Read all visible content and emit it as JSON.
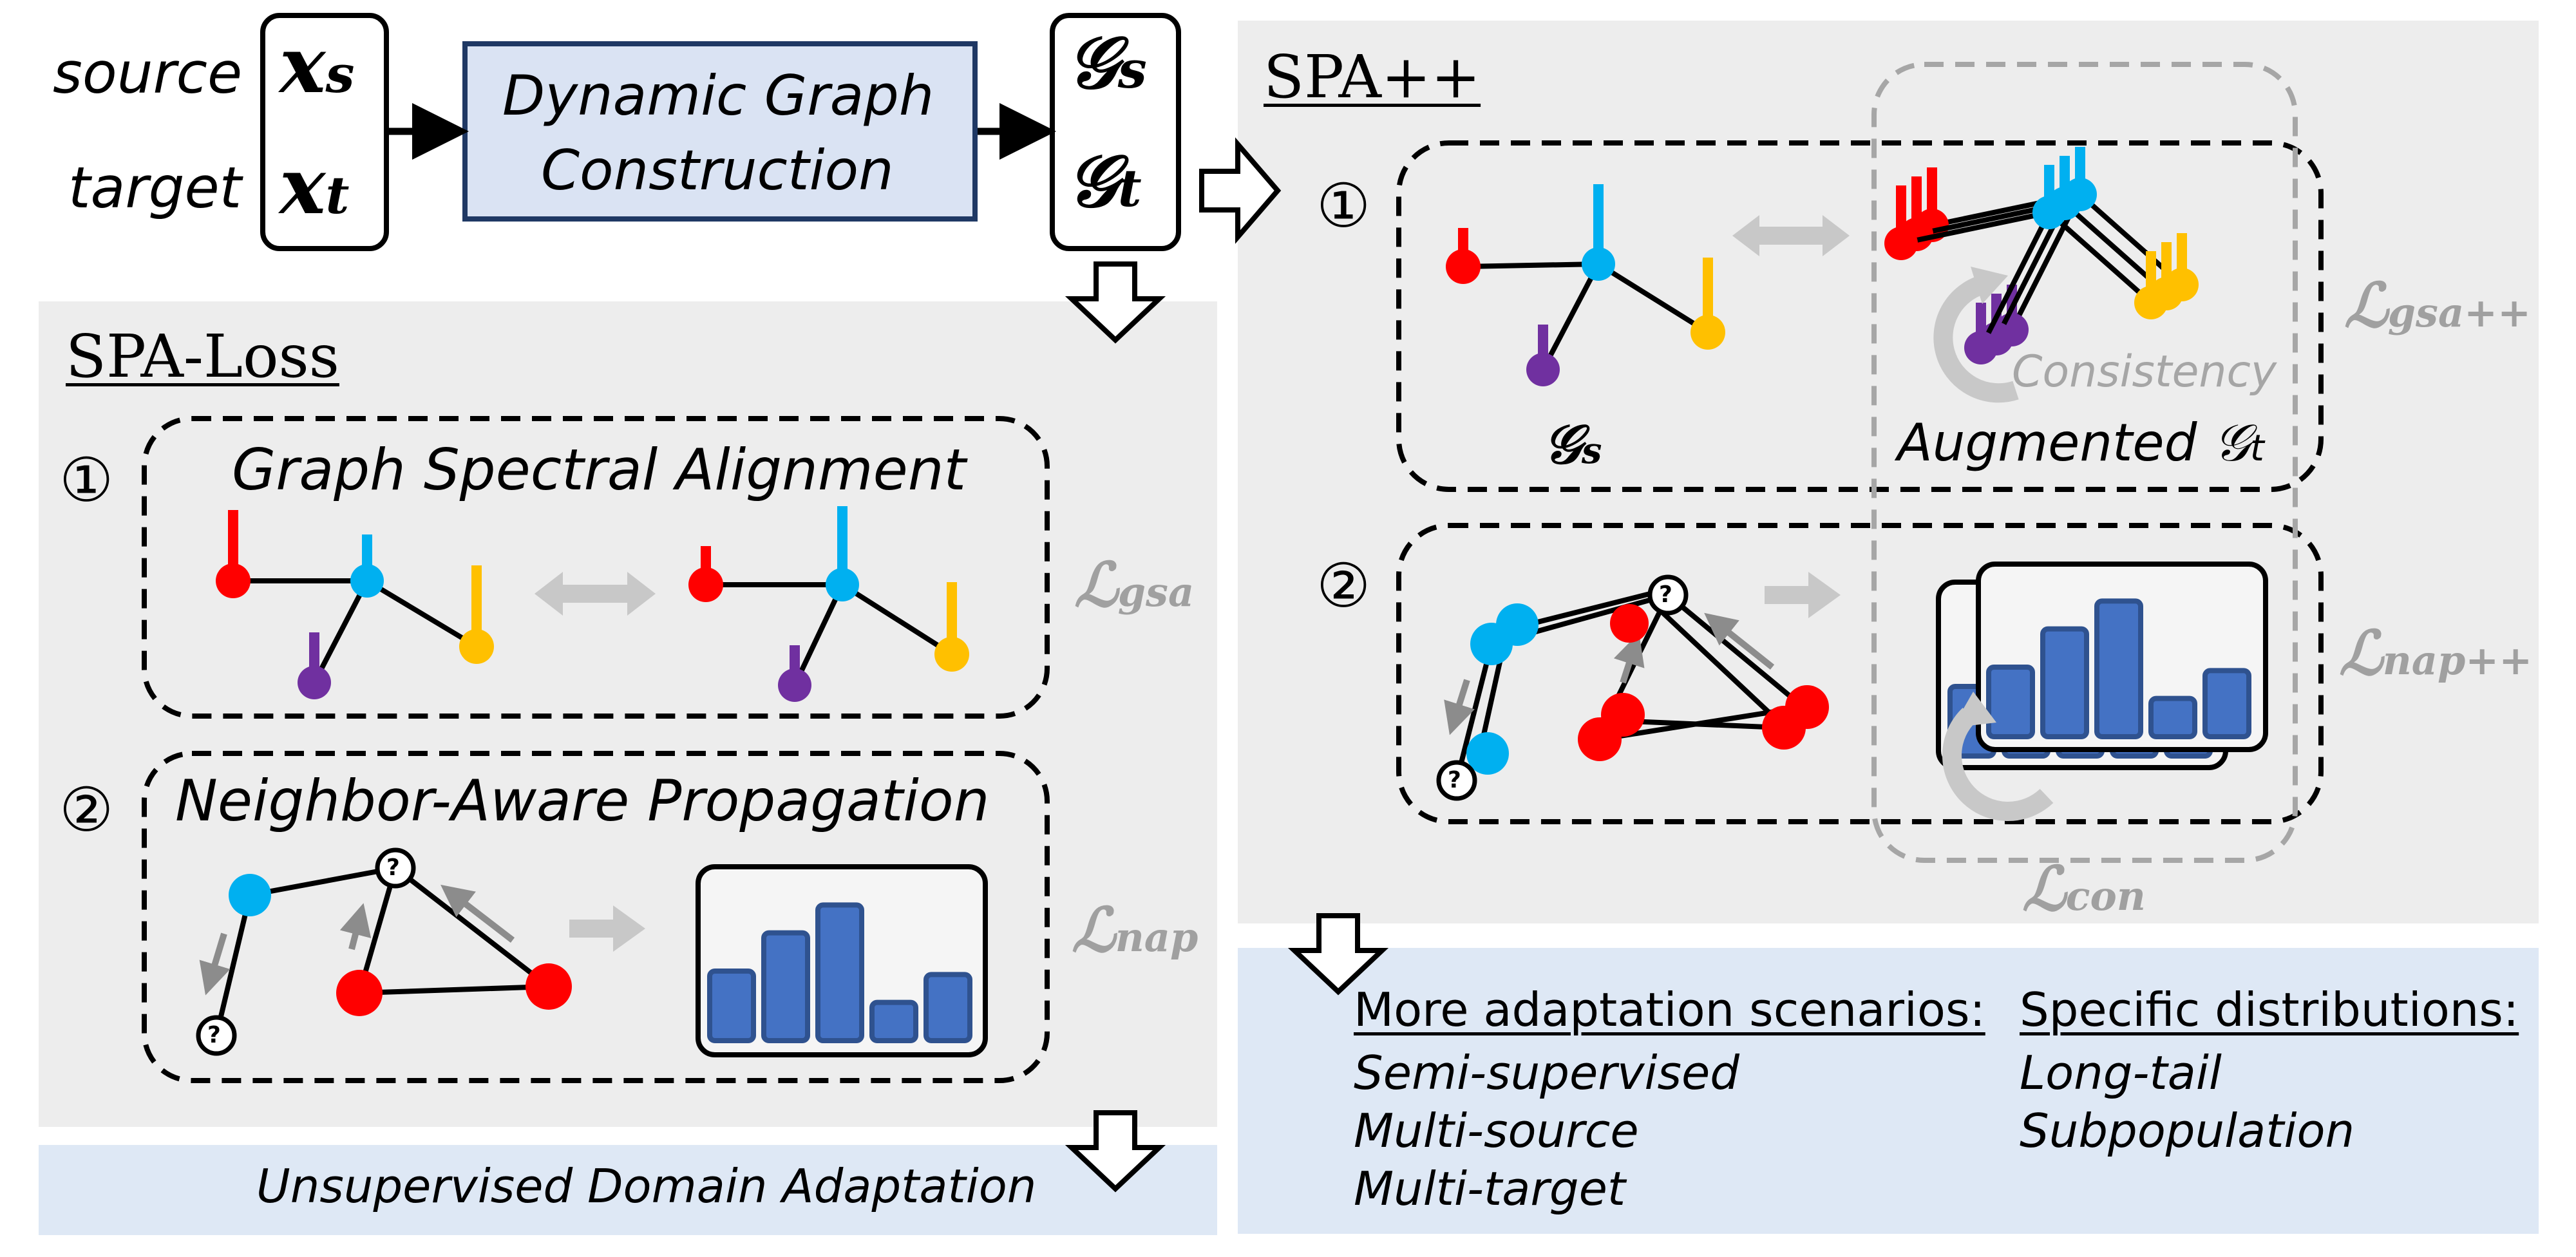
{
  "top": {
    "source_label": "source",
    "target_label": "target",
    "xs": "𝒙",
    "xs_sub": "s",
    "xt": "𝒙",
    "xt_sub": "t",
    "dgc_line1": "Dynamic Graph",
    "dgc_line2": "Construction",
    "gs": "𝒢",
    "gs_sub": "s",
    "gt": "𝒢",
    "gt_sub": "t"
  },
  "spa_loss": {
    "title": "SPA-Loss",
    "marker1": "①",
    "marker2": "②",
    "gsa_title": "Graph Spectral Alignment",
    "nap_title": "Neighbor-Aware Propagation",
    "loss_gsa": "ℒ",
    "loss_gsa_sub": "gsa",
    "loss_nap": "ℒ",
    "loss_nap_sub": "nap",
    "unknown": "?",
    "output": "Unsupervised Domain Adaptation",
    "bars": [
      0.4,
      0.62,
      0.78,
      0.22,
      0.38
    ]
  },
  "spa_pp": {
    "title": "SPA++",
    "marker1": "①",
    "marker2": "②",
    "gs_label": "𝒢",
    "gs_label_sub": "s",
    "aug_label": "Augmented 𝒢",
    "aug_label_sub": "t",
    "consistency": "Consistency",
    "loss_gsa": "ℒ",
    "loss_gsa_sub": "gsa++",
    "loss_nap": "ℒ",
    "loss_nap_sub": "nap++",
    "loss_con": "ℒ",
    "loss_con_sub": "con",
    "unknown": "?",
    "bars": [
      0.4,
      0.62,
      0.78,
      0.22,
      0.38
    ]
  },
  "bottom_right": {
    "col1_header": "More adaptation scenarios:",
    "col1_items": [
      "Semi-supervised",
      "Multi-source",
      "Multi-target"
    ],
    "col2_header": "Specific distributions:",
    "col2_items": [
      "Long-tail",
      "Subpopulation"
    ]
  },
  "colors": {
    "red": "#ff0000",
    "blue": "#00b0f0",
    "yellow": "#ffc000",
    "purple": "#7030a0",
    "bar_fill": "#4472c4",
    "panel_gray": "#ededed",
    "panel_blue": "#dee8f5",
    "dgc_fill": "#dae3f3",
    "arrow_gray": "#bfbfbf"
  }
}
